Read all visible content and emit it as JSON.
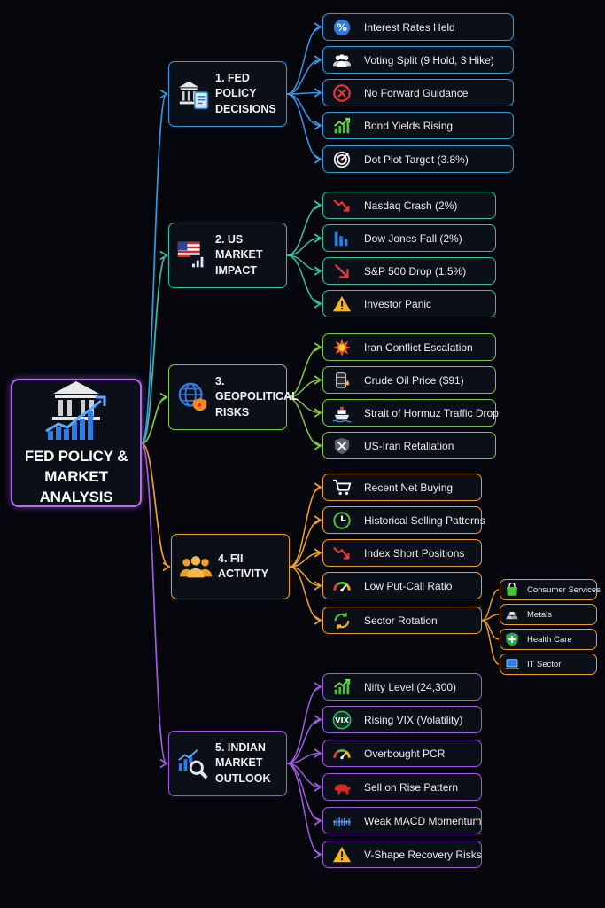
{
  "root": {
    "title": "FED POLICY &\nMARKET ANALYSIS",
    "color": "#b46cf0",
    "icon": "bank-growth-icon"
  },
  "branches": [
    {
      "id": "fed",
      "title": "1. FED POLICY\nDECISIONS",
      "color": "#2f9be8",
      "icon": "bank-document-icon",
      "items": [
        {
          "label": "Interest Rates Held",
          "icon": "percent-icon"
        },
        {
          "label": "Voting Split (9 Hold, 3 Hike)",
          "icon": "people-icon"
        },
        {
          "label": "No Forward Guidance",
          "icon": "no-sign-icon"
        },
        {
          "label": "Bond Yields Rising",
          "icon": "rising-bars-icon"
        },
        {
          "label": "Dot Plot Target (3.8%)",
          "icon": "target-icon"
        }
      ]
    },
    {
      "id": "us",
      "title": "2. US MARKET\nIMPACT",
      "color": "#2fc2a4",
      "icon": "us-flag-chart-icon",
      "items": [
        {
          "label": "Nasdaq Crash (2%)",
          "icon": "down-trend-icon"
        },
        {
          "label": "Dow Jones Fall (2%)",
          "icon": "bar-chart-icon"
        },
        {
          "label": "S&P 500 Drop (1.5%)",
          "icon": "down-arrow-icon"
        },
        {
          "label": "Investor Panic",
          "icon": "warning-icon"
        }
      ]
    },
    {
      "id": "geo",
      "title": "3. GEOPOLITICAL\nRISKS",
      "color": "#7ec83c",
      "icon": "globe-shield-icon",
      "items": [
        {
          "label": "Iran Conflict Escalation",
          "icon": "explosion-icon"
        },
        {
          "label": "Crude Oil Price ($91)",
          "icon": "oil-barrel-icon"
        },
        {
          "label": "Strait of Hormuz Traffic Drop",
          "icon": "ship-icon"
        },
        {
          "label": "US-Iran Retaliation",
          "icon": "crossed-swords-shield-icon"
        }
      ]
    },
    {
      "id": "fii",
      "title": "4. FII ACTIVITY",
      "color": "#f0a020",
      "icon": "people-group-icon",
      "items": [
        {
          "label": "Recent Net Buying",
          "icon": "cart-icon"
        },
        {
          "label": "Historical Selling Patterns",
          "icon": "clock-icon"
        },
        {
          "label": "Index Short Positions",
          "icon": "down-trend-icon"
        },
        {
          "label": "Low Put-Call Ratio",
          "icon": "gauge-icon"
        },
        {
          "label": "Sector Rotation",
          "icon": "rotation-icon"
        }
      ],
      "sectors": [
        {
          "label": "Consumer Services",
          "icon": "shopping-bag-icon"
        },
        {
          "label": "Metals",
          "icon": "metal-bars-icon"
        },
        {
          "label": "Health Care",
          "icon": "health-plus-icon"
        },
        {
          "label": "IT Sector",
          "icon": "laptop-icon"
        }
      ]
    },
    {
      "id": "india",
      "title": "5. INDIAN MARKET\nOUTLOOK",
      "color": "#a05ae0",
      "icon": "chart-magnifier-icon",
      "items": [
        {
          "label": "Nifty Level (24,300)",
          "icon": "rising-bars-icon"
        },
        {
          "label": "Rising VIX (Volatility)",
          "icon": "vix-badge-icon"
        },
        {
          "label": "Overbought PCR",
          "icon": "gauge-icon"
        },
        {
          "label": "Sell on Rise Pattern",
          "icon": "bear-icon"
        },
        {
          "label": "Weak MACD Momentum",
          "icon": "macd-icon"
        },
        {
          "label": "V-Shape Recovery Risks",
          "icon": "warning-icon"
        }
      ]
    }
  ]
}
